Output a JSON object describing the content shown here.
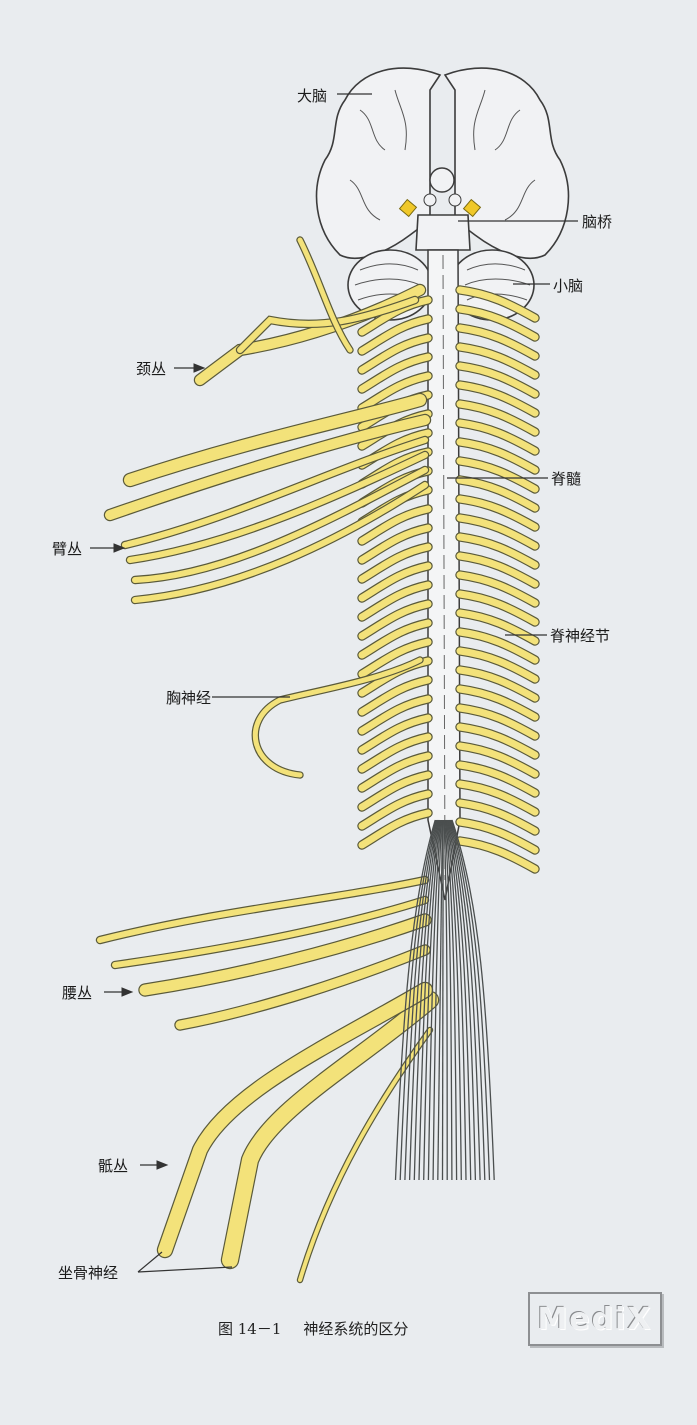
{
  "figure": {
    "caption_number": "图 14－1",
    "caption_title": "神经系统的区分",
    "watermark": "MediX"
  },
  "labels": {
    "cerebrum": "大脑",
    "pons": "脑桥",
    "cerebellum": "小脑",
    "cervical_plexus": "颈丛",
    "spinal_cord": "脊髓",
    "brachial_plexus": "臂丛",
    "spinal_ganglion": "脊神经节",
    "thoracic_nerve": "胸神经",
    "lumbar_plexus": "腰丛",
    "sacral_plexus": "骶丛",
    "sciatic_nerve": "坐骨神经"
  },
  "colors": {
    "background": "#e9ecef",
    "nerve": "#f3e27a",
    "nerve_outline": "#5a5a3a",
    "outline": "#3c3c3c"
  }
}
